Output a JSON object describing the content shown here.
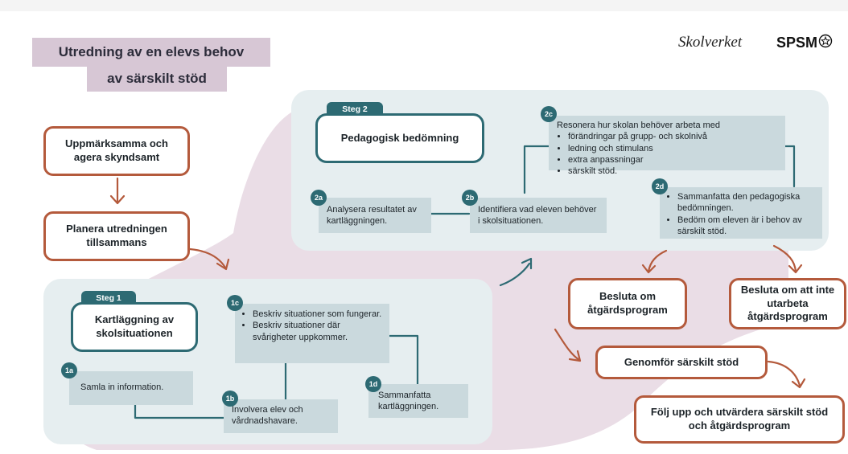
{
  "header": {
    "title_line1": "Utredning av en elevs behov",
    "title_line2": "av särskilt stöd",
    "logo_skolverket": "Skolverket",
    "logo_spsm": "SPSM"
  },
  "left_flow": {
    "box1": "Uppmärksamma och agera skyndsamt",
    "box2": "Planera utredningen tillsammans"
  },
  "steg1": {
    "tab": "Steg 1",
    "title": "Kartläggning av skolsituationen",
    "s1a": {
      "badge": "1a",
      "text": "Samla in information."
    },
    "s1b": {
      "badge": "1b",
      "text": "Involvera elev och vårdnadshavare."
    },
    "s1c": {
      "badge": "1c",
      "bullets": [
        "Beskriv situationer som fungerar.",
        "Beskriv situationer där svårigheter uppkommer."
      ]
    },
    "s1d": {
      "badge": "1d",
      "text": "Sammanfatta kartläggningen."
    }
  },
  "steg2": {
    "tab": "Steg 2",
    "title": "Pedagogisk bedömning",
    "s2a": {
      "badge": "2a",
      "text": "Analysera resultatet av kartläggningen."
    },
    "s2b": {
      "badge": "2b",
      "text": "Identifiera vad eleven behöver i skolsituationen."
    },
    "s2c": {
      "badge": "2c",
      "intro": "Resonera hur skolan behöver arbeta med",
      "bullets": [
        "förändringar på grupp- och skolnivå",
        "ledning och stimulans",
        "extra anpassningar",
        "särskilt stöd."
      ]
    },
    "s2d": {
      "badge": "2d",
      "bullets": [
        "Sammanfatta den pedagogiska bedömningen.",
        "Bedöm om eleven är i behov av särskilt stöd."
      ]
    }
  },
  "outcomes": {
    "besluta": "Besluta om åtgärdsprogram",
    "inte": "Besluta om att inte utarbeta åtgärdsprogram",
    "genomfor": "Genomför särskilt stöd",
    "folj": "Följ upp och utvärdera särskilt stöd och åtgärdsprogram"
  },
  "colors": {
    "orange": "#b45a3c",
    "teal": "#2d6a73",
    "step_box": "#cad9dd",
    "blob": "#e6eef0",
    "mauve": "#e6d9e3"
  }
}
